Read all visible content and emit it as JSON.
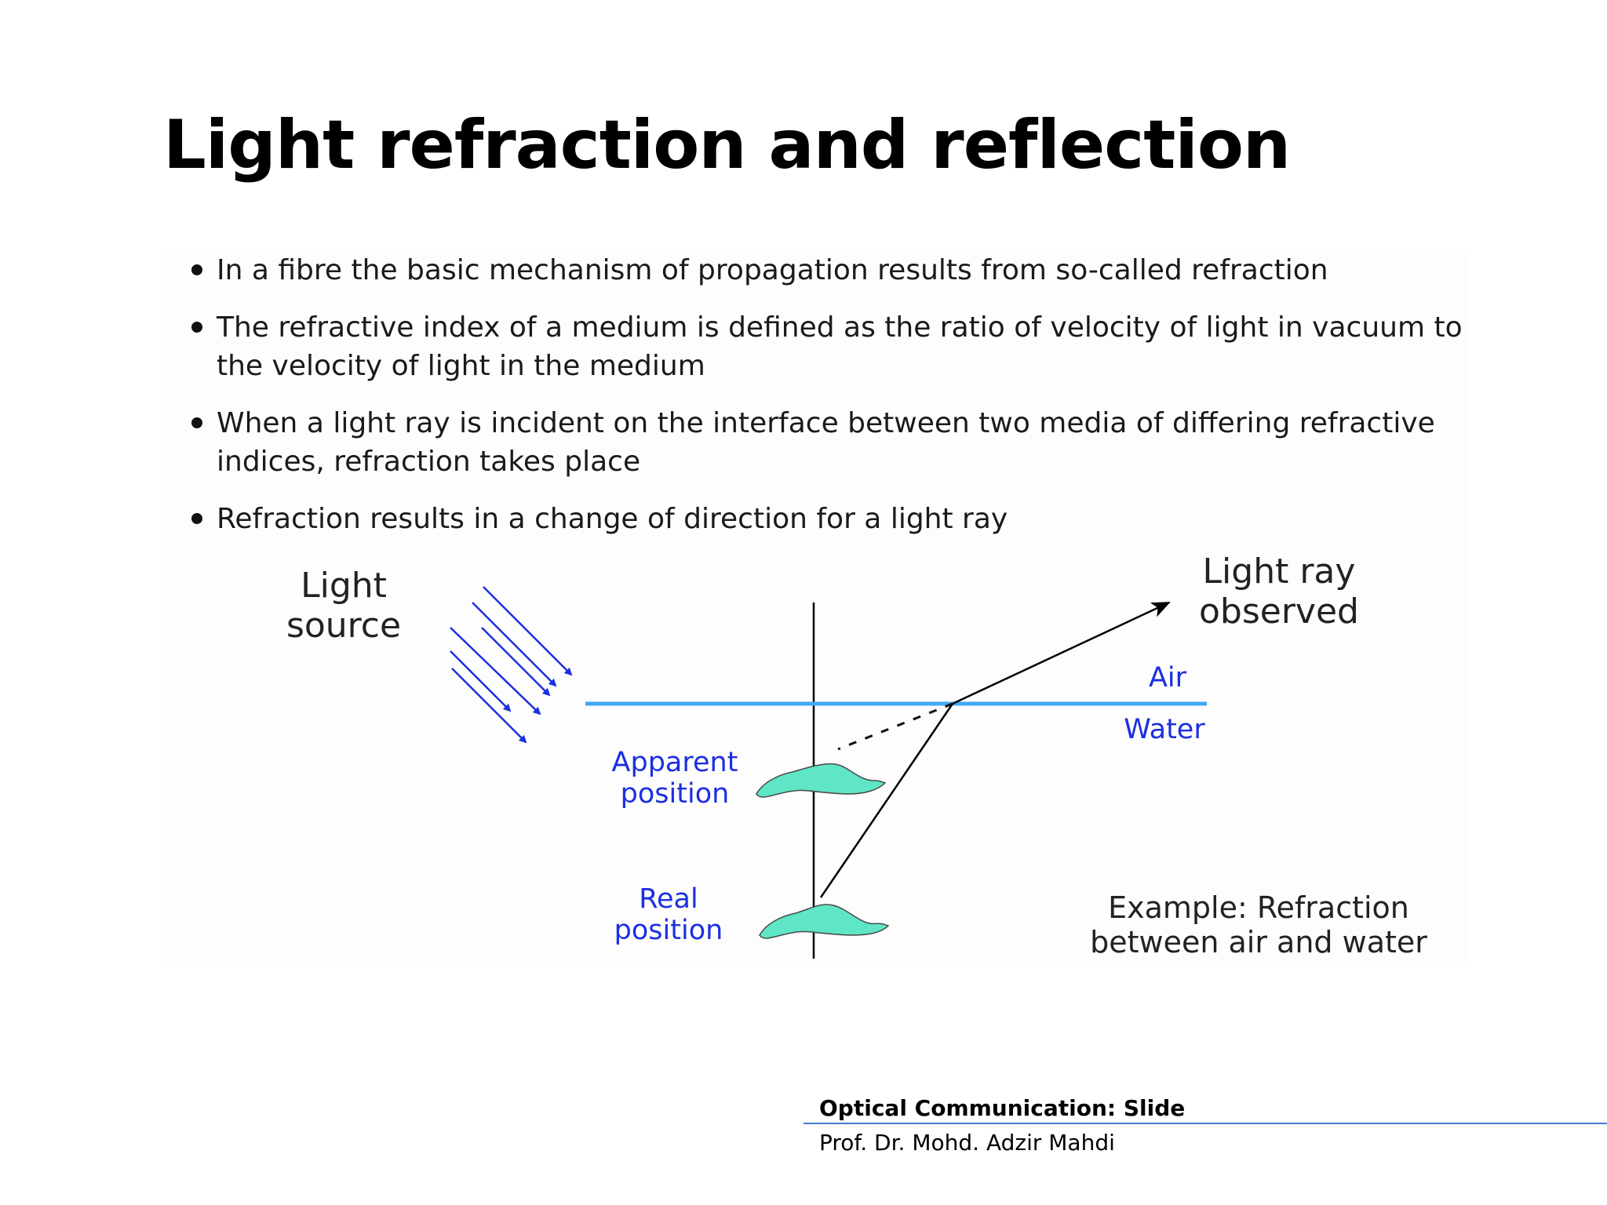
{
  "slide": {
    "title": "Light refraction and reflection"
  },
  "bullets": [
    "In a fibre the basic mechanism of propagation results from so-called refraction",
    "The refractive index of a medium is defined as the ratio of velocity of light in vacuum to the velocity of light in the medium",
    "When a light ray is incident on the interface between two media of differing refractive indices, refraction takes place",
    "Refraction results in a change of direction for a light ray"
  ],
  "diagram": {
    "light_source_line1": "Light",
    "light_source_line2": "source",
    "light_ray_line1": "Light ray",
    "light_ray_line2": "observed",
    "air_label": "Air",
    "water_label": "Water",
    "apparent_line1": "Apparent",
    "apparent_line2": "position",
    "real_line1": "Real",
    "real_line2": "position",
    "example_line1": "Example: Refraction",
    "example_line2": "between air and water",
    "colors": {
      "interface": "#3fa9f5",
      "source_rays": "#1c2fe0",
      "label_blue": "#1c2fe0",
      "fish": "#5ee6c6"
    }
  },
  "footer": {
    "course": "Optical Communication: Slide",
    "author": "Prof. Dr. Mohd. Adzir Mahdi"
  }
}
